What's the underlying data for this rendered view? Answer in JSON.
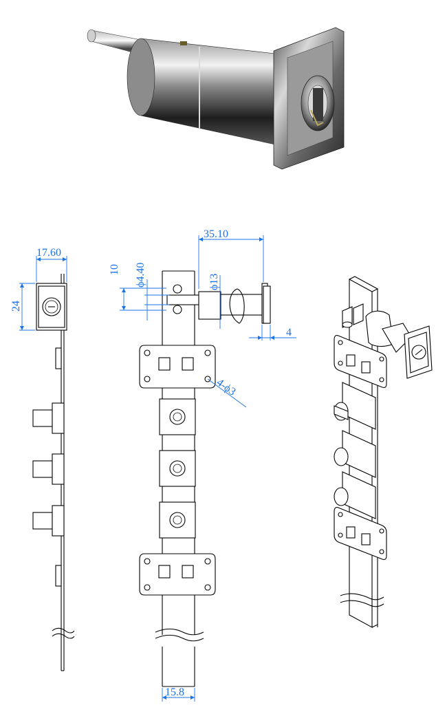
{
  "colors": {
    "dimension": "#1a73e8",
    "line": "#000000",
    "chrome_dark": "#2a2a2a",
    "chrome_light": "#e6e6e6"
  },
  "dimensions": {
    "side_width": "17.60",
    "side_height": "24",
    "front_ten": "10",
    "front_dia_small": "ϕ4.40",
    "front_length": "35.10",
    "front_dia_large": "ϕ13",
    "front_flange": "4",
    "front_holes": "4-ϕ3",
    "front_bar_width": "15.8"
  }
}
